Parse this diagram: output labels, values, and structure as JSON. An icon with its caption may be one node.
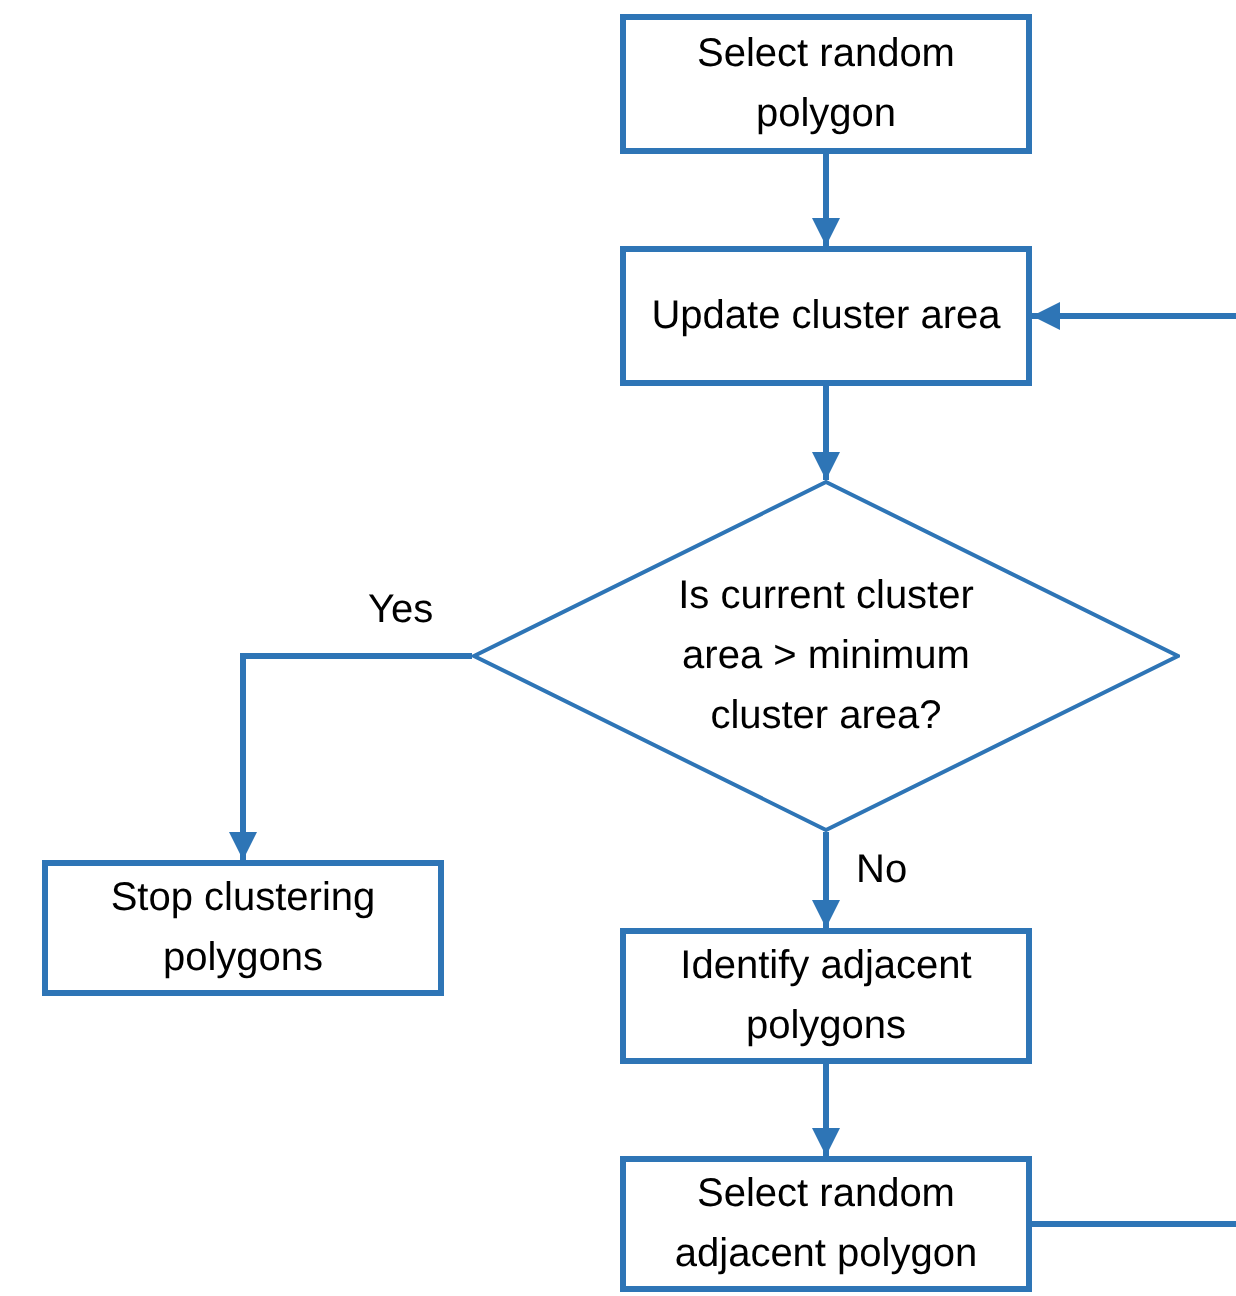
{
  "diagram": {
    "nodes": [
      {
        "text": [
          "Select random polygon"
        ]
      },
      {
        "text": [
          "Update cluster area"
        ]
      },
      {
        "text": [
          "Is current cluster area > minimum cluster area?"
        ]
      },
      {
        "text": [
          "Stop clustering polygons"
        ]
      },
      {
        "text": [
          "Identify adjacent polygons"
        ]
      },
      {
        "text": [
          "Select random adjacent polygon"
        ]
      }
    ],
    "edges": [
      {
        "from": 0,
        "to": 1,
        "arrow": "to"
      },
      {
        "from": 1,
        "to": 2,
        "arrow": "to"
      },
      {
        "from": 2,
        "to": 3,
        "arrow": "to",
        "label": "Yes"
      },
      {
        "from": 2,
        "to": 4,
        "arrow": "to",
        "label": "No"
      },
      {
        "from": 4,
        "to": 5,
        "arrow": "to"
      },
      {
        "from": 5,
        "to": null,
        "arrow": "none"
      },
      {
        "from": null,
        "to": 1,
        "arrow": "to"
      }
    ]
  }
}
